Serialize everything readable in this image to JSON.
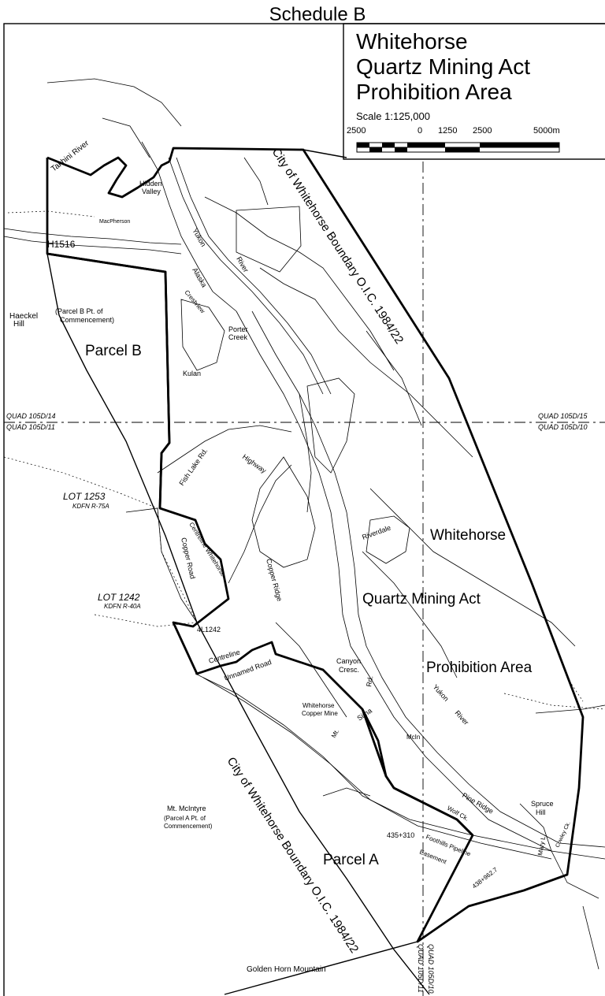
{
  "header": {
    "schedule_title": "Schedule B"
  },
  "title_block": {
    "line1": "Whitehorse",
    "line2": "Quartz Mining Act",
    "line3": "Prohibition Area",
    "scale_text": "Scale  1:125,000",
    "scale_ticks": [
      "2500",
      "0",
      "1250",
      "2500",
      "5000m"
    ]
  },
  "parcels": {
    "parcel_b": "Parcel B",
    "parcel_a": "Parcel A"
  },
  "area_label": {
    "line1": "Whitehorse",
    "line2": "Quartz  Mining  Act",
    "line3": "Prohibition  Area"
  },
  "boundary_labels": {
    "north_east": "City of Whitehorse Boundary O.I.C. 1984/22",
    "south_west": "City of Whitehorse Boundary O.I.C. 1984/22"
  },
  "quad_labels": {
    "left_upper": "QUAD 105D/14",
    "left_lower": "QUAD 105D/11",
    "right_upper": "QUAD 105D/15",
    "right_lower": "QUAD 105D/10",
    "bottom_1": "QUAD 105D/10",
    "bottom_2": "QUAD 105D/11"
  },
  "places": {
    "takhini_river": "Takhini River",
    "hidden_valley_1": "Hidden",
    "hidden_valley_2": "Valley",
    "macpherson": "MacPherson",
    "h1516": "H1516",
    "yukon_river_1": "Yukon",
    "yukon_river_2": "River",
    "alaska": "Alaska",
    "crestview": "Crestview",
    "haeckel_hill_1": "Haeckel",
    "haeckel_hill_2": "Hill",
    "parcel_b_pt_1": "(Parcel B Pt. of",
    "parcel_b_pt_2": "Commencement)",
    "porter_creek_1": "Porter",
    "porter_creek_2": "Creek",
    "kulan": "Kulan",
    "highway": "Highway",
    "fish_lake_rd": "Fish Lake Rd.",
    "centreline_whitehorse": "Centreline Whitehorse",
    "copper_road": "Copper Road",
    "copper_ridge": "Copper Ridge",
    "riverdale": "Riverdale",
    "lot_1253": "LOT 1253",
    "kdfn_75a": "KDFN R-75A",
    "lot_1242": "LOT 1242",
    "kdfn_40a": "KDFN R-40A",
    "l1242": "4L1242",
    "canyon_1": "Canyon",
    "canyon_2": "Cresc.",
    "centreline": "Centreline",
    "unnamed_road": "Unnamed Road",
    "rd": "Rd.",
    "wcm_1": "Whitehorse",
    "wcm_2": "Copper Mine",
    "sima": "Sima",
    "mt": "Mt.",
    "mcintyre_short": "McIn",
    "yukon_river_s_1": "Yukon",
    "yukon_river_s_2": "River",
    "pine_ridge": "Pine Ridge",
    "wolf_ck": "Wolf Ck.",
    "spruce_hill_1": "Spruce",
    "spruce_hill_2": "Hill",
    "mt_mcintyre": "Mt. McIntyre",
    "parcel_a_pt_1": "(Parcel A Pt. of",
    "parcel_a_pt_2": "Commencement)",
    "km_435": "435+310",
    "foothills_pipeline": "Foothills Pipeline",
    "easement": "Easement",
    "km_438": "438+962.7",
    "mary_lake": "Mary L.",
    "cowley_ck": "Cowley Ck.",
    "golden_horn": "Golden Horn Mountain"
  },
  "colors": {
    "ink": "#000000",
    "paper": "#ffffff"
  }
}
